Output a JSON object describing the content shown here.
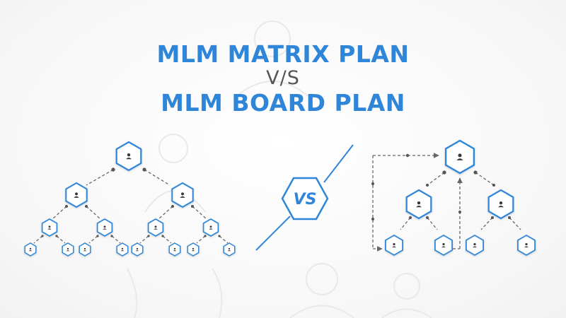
{
  "title": {
    "line1": "MLM MATRIX PLAN",
    "line2": "V/S",
    "line3": "MLM BOARD PLAN"
  },
  "badge": {
    "label": "VS"
  },
  "icons": {
    "node": "user-icon"
  },
  "colors": {
    "accent": "#2f86d8",
    "separator": "#555555",
    "node_fill": "#ffffff",
    "connector": "#666666"
  }
}
